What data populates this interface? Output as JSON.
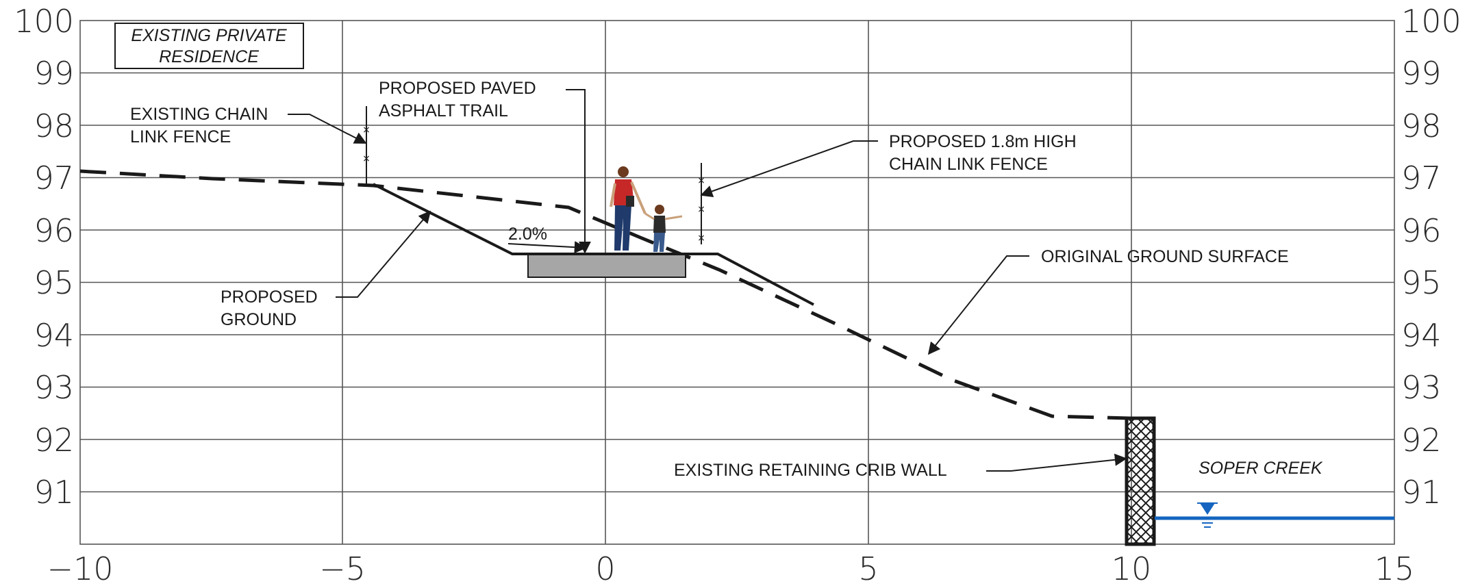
{
  "axes": {
    "x_ticks": [
      "−10",
      "−5",
      "0",
      "5",
      "10",
      "15"
    ],
    "y_ticks": [
      "100",
      "99",
      "98",
      "97",
      "96",
      "95",
      "94",
      "93",
      "92",
      "91"
    ]
  },
  "labels": {
    "residence_line1": "EXISTING PRIVATE",
    "residence_line2": "RESIDENCE",
    "chain_fence_line1": "EXISTING CHAIN",
    "chain_fence_line2": "LINK FENCE",
    "trail_line1": "PROPOSED PAVED",
    "trail_line2": "ASPHALT TRAIL",
    "new_fence_line1": "PROPOSED 1.8m HIGH",
    "new_fence_line2": "CHAIN LINK FENCE",
    "original_ground": "ORIGINAL GROUND SURFACE",
    "proposed_ground_line1": "PROPOSED",
    "proposed_ground_line2": "GROUND",
    "slope": "2.0%",
    "crib_wall": "EXISTING RETAINING CRIB WALL",
    "creek": "SOPER CREEK"
  },
  "colors": {
    "ink": "#1a1a1a",
    "grid": "#555555",
    "water": "#1565c0",
    "slab": "#a6a6a6",
    "person_shirt": "#c62828",
    "person_jeans": "#1f3a6b"
  },
  "profiles": {
    "original_ground": [
      [
        -10,
        97.1
      ],
      [
        -4.5,
        96.85
      ],
      [
        -0.7,
        96.42
      ],
      [
        1.5,
        95.6
      ],
      [
        4,
        94.55
      ],
      [
        8.2,
        92.8
      ],
      [
        10,
        92.45
      ]
    ],
    "proposed_ground": [
      [
        -4.5,
        96.85
      ],
      [
        -1.8,
        95.55
      ],
      [
        2.2,
        95.55
      ],
      [
        4,
        94.55
      ]
    ],
    "trail_surface": [
      [
        -1.8,
        95.55
      ],
      [
        2.2,
        95.55
      ]
    ],
    "water_level": 90.5
  }
}
